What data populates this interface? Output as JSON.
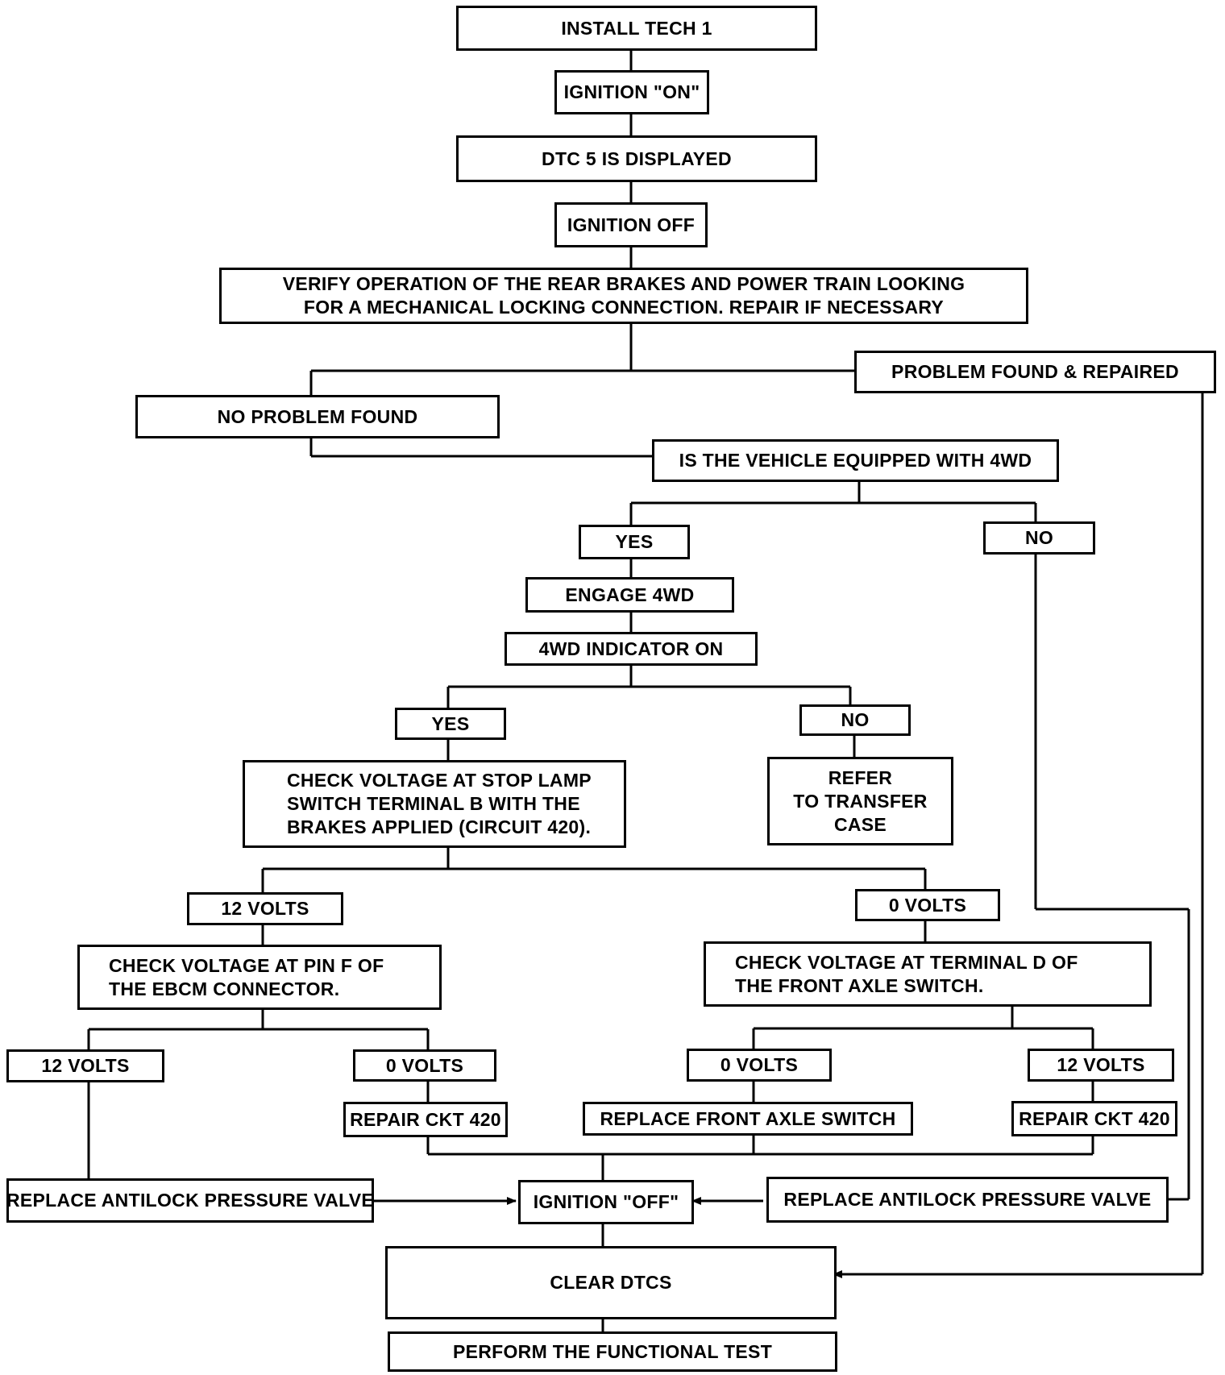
{
  "nodes": {
    "install_tech1": "INSTALL TECH 1",
    "ignition_on": "IGNITION \"ON\"",
    "dtc5_displayed": "DTC 5 IS DISPLAYED",
    "ignition_off_1": "IGNITION OFF",
    "verify_line1": "VERIFY OPERATION OF THE REAR BRAKES AND POWER TRAIN LOOKING",
    "verify_line2": "FOR A MECHANICAL LOCKING CONNECTION. REPAIR IF NECESSARY",
    "problem_found": "PROBLEM FOUND & REPAIRED",
    "no_problem_found": "NO PROBLEM FOUND",
    "is_4wd": "IS THE VEHICLE EQUIPPED WITH 4WD",
    "yes_4wd": "YES",
    "no_4wd": "NO",
    "engage_4wd": "ENGAGE 4WD",
    "indicator_on": "4WD INDICATOR ON",
    "yes_indicator": "YES",
    "no_indicator": "NO",
    "check_stop_line1": "CHECK VOLTAGE AT STOP LAMP",
    "check_stop_line2": "SWITCH TERMINAL B WITH THE",
    "check_stop_line3": "BRAKES APPLIED (CIRCUIT 420).",
    "refer_line1": "REFER",
    "refer_line2": "TO TRANSFER",
    "refer_line3": "CASE",
    "v12_a": "12 VOLTS",
    "v0_a": "0 VOLTS",
    "check_pinf_line1": "CHECK VOLTAGE AT PIN F OF",
    "check_pinf_line2": "THE EBCM CONNECTOR.",
    "check_termd_line1": "CHECK VOLTAGE AT TERMINAL D OF",
    "check_termd_line2": "THE FRONT AXLE SWITCH.",
    "v12_b": "12 VOLTS",
    "v0_b": "0 VOLTS",
    "v0_c": "0 VOLTS",
    "v12_c": "12 VOLTS",
    "repair_ckt_a": "REPAIR CKT 420",
    "replace_axle_switch": "REPLACE FRONT AXLE SWITCH",
    "repair_ckt_b": "REPAIR CKT 420",
    "replace_valve_left": "REPLACE ANTILOCK PRESSURE VALVE",
    "ignition_off_2": "IGNITION \"OFF\"",
    "replace_valve_right": "REPLACE ANTILOCK PRESSURE VALVE",
    "clear_dtcs": "CLEAR DTCS",
    "perform_test": "PERFORM THE FUNCTIONAL TEST"
  }
}
